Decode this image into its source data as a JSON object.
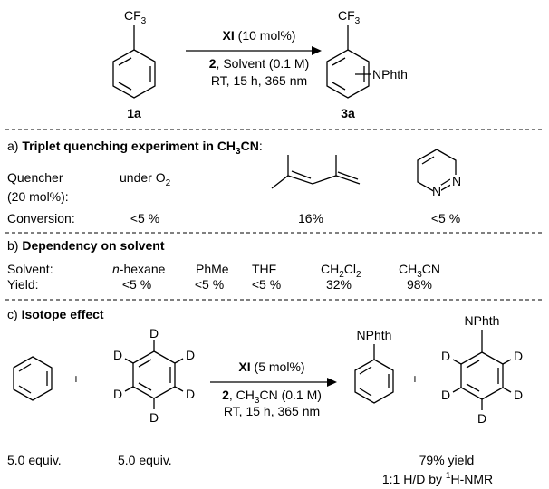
{
  "top_scheme": {
    "reactant_substituent": "CF3",
    "reactant_label": "1a",
    "arrow_above": {
      "catalyst": "XI",
      "loading": " (10 mol%)"
    },
    "arrow_below": {
      "reagent": "2",
      "line1_rest": ", Solvent (0.1 M)",
      "line2": "RT, 15 h, 365 nm"
    },
    "product_substituent1": "CF3",
    "product_substituent2": "NPhth",
    "product_label": "3a"
  },
  "section_a": {
    "prefix": "a) ",
    "title": "Triplet quenching experiment in CH3CN",
    "title_suffix": ":",
    "quencher_label_line1": "Quencher",
    "quencher_label_line2": "(20 mol%):",
    "conversion_label": "Conversion:",
    "quenchers": [
      {
        "name": "under O2",
        "conversion": "<5 %"
      },
      {
        "name": "2,5-dimethyl-2,4-hexadiene",
        "conversion": "16%"
      },
      {
        "name": "pyridazine",
        "conversion": "<5 %"
      }
    ],
    "pyridazine_atoms": [
      "N",
      "N"
    ]
  },
  "section_b": {
    "prefix": "b) ",
    "title": "Dependency on solvent",
    "row_labels": [
      "Solvent:",
      "Yield:"
    ],
    "solvents": [
      "n-hexane",
      "PhMe",
      "THF",
      "CH2Cl2",
      "CH3CN"
    ],
    "yields": [
      "<5 %",
      "<5 %",
      "<5 %",
      "32%",
      "98%"
    ]
  },
  "section_c": {
    "prefix": "c) ",
    "title": "Isotope effect",
    "plus": "+",
    "equiv_benzene": "5.0 equiv.",
    "equiv_d6": "5.0 equiv.",
    "deuterium": "D",
    "arrow_above": {
      "catalyst": "XI",
      "loading": " (5 mol%)"
    },
    "arrow_below": {
      "reagent": "2",
      "line1_rest": ", CH3CN (0.1 M)",
      "line2": "RT, 15 h, 365 nm"
    },
    "product_substituent": "NPhth",
    "yield": "79% yield",
    "ratio_prefix": "1:1 H/D by ",
    "ratio_sup": "1",
    "ratio_suffix": "H-NMR"
  }
}
